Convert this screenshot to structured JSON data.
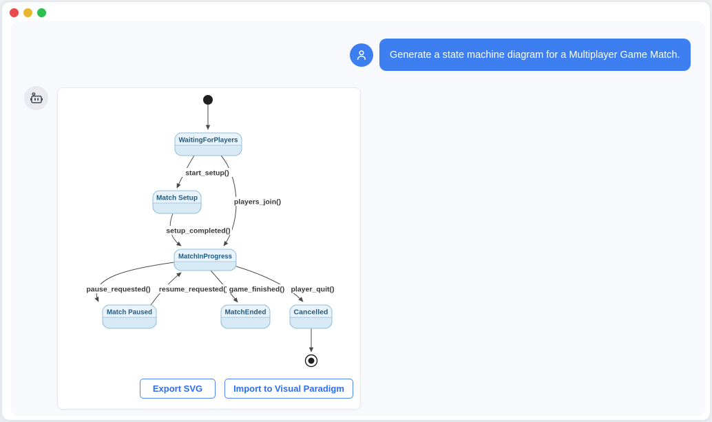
{
  "window": {
    "traffic_lights": [
      "close",
      "minimize",
      "zoom"
    ]
  },
  "chat": {
    "user_message": "Generate a state machine diagram for a Multiplayer Game Match.",
    "user_avatar_icon": "person-icon",
    "bot_avatar_icon": "robot-icon"
  },
  "diagram": {
    "type": "state-machine",
    "initial_state": "initial",
    "final_state": "final",
    "states": [
      {
        "id": "WaitingForPlayers",
        "label": "WaitingForPlayers"
      },
      {
        "id": "MatchSetup",
        "label": "Match Setup"
      },
      {
        "id": "MatchInProgress",
        "label": "MatchInProgress"
      },
      {
        "id": "MatchPaused",
        "label": "Match Paused"
      },
      {
        "id": "MatchEnded",
        "label": "MatchEnded"
      },
      {
        "id": "Cancelled",
        "label": "Cancelled"
      }
    ],
    "transitions": [
      {
        "from": "initial",
        "to": "WaitingForPlayers",
        "label": ""
      },
      {
        "from": "WaitingForPlayers",
        "to": "MatchSetup",
        "label": "start_setup()"
      },
      {
        "from": "WaitingForPlayers",
        "to": "MatchInProgress",
        "label": "players_join()"
      },
      {
        "from": "MatchSetup",
        "to": "MatchInProgress",
        "label": "setup_completed()"
      },
      {
        "from": "MatchInProgress",
        "to": "MatchPaused",
        "label": "pause_requested()"
      },
      {
        "from": "MatchPaused",
        "to": "MatchInProgress",
        "label": "resume_requested()"
      },
      {
        "from": "MatchInProgress",
        "to": "MatchEnded",
        "label": "game_finished()"
      },
      {
        "from": "MatchInProgress",
        "to": "Cancelled",
        "label": "player_quit()"
      },
      {
        "from": "Cancelled",
        "to": "final",
        "label": ""
      }
    ]
  },
  "actions": {
    "export_label": "Export SVG",
    "import_label": "Import to Visual Paradigm"
  },
  "colors": {
    "accent_blue": "#3d7ef0",
    "button_blue": "#2e6cf0",
    "state_fill": "#d9eaf7",
    "state_title_fill": "#e9f3fb",
    "state_stroke": "#94bed9",
    "state_text": "#1f5c86",
    "edge_stroke": "#4a4a4a",
    "panel_bg": "#f7f9fc",
    "traffic_red": "#e94b4d",
    "traffic_yellow": "#eab530",
    "traffic_green": "#2dbe51"
  }
}
